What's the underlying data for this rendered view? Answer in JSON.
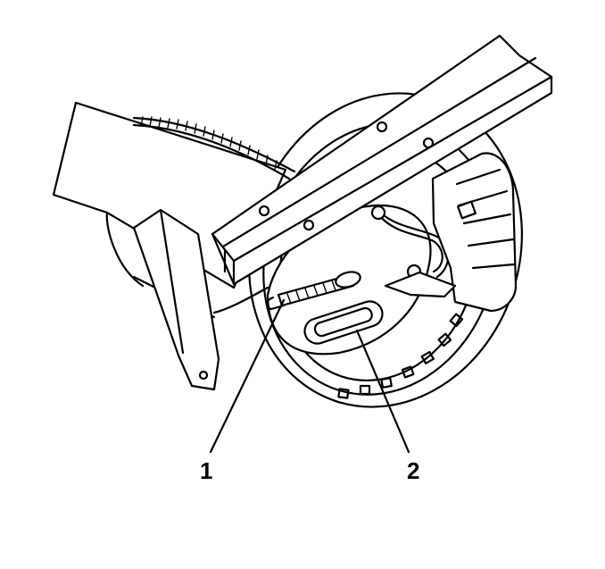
{
  "callouts": [
    {
      "id": "1",
      "label": "1"
    },
    {
      "id": "2",
      "label": "2"
    }
  ],
  "colors": {
    "line": "#000000",
    "background": "#ffffff"
  },
  "illustration": "rear-axle-brake-backing-plate-with-adjuster-access-hole"
}
